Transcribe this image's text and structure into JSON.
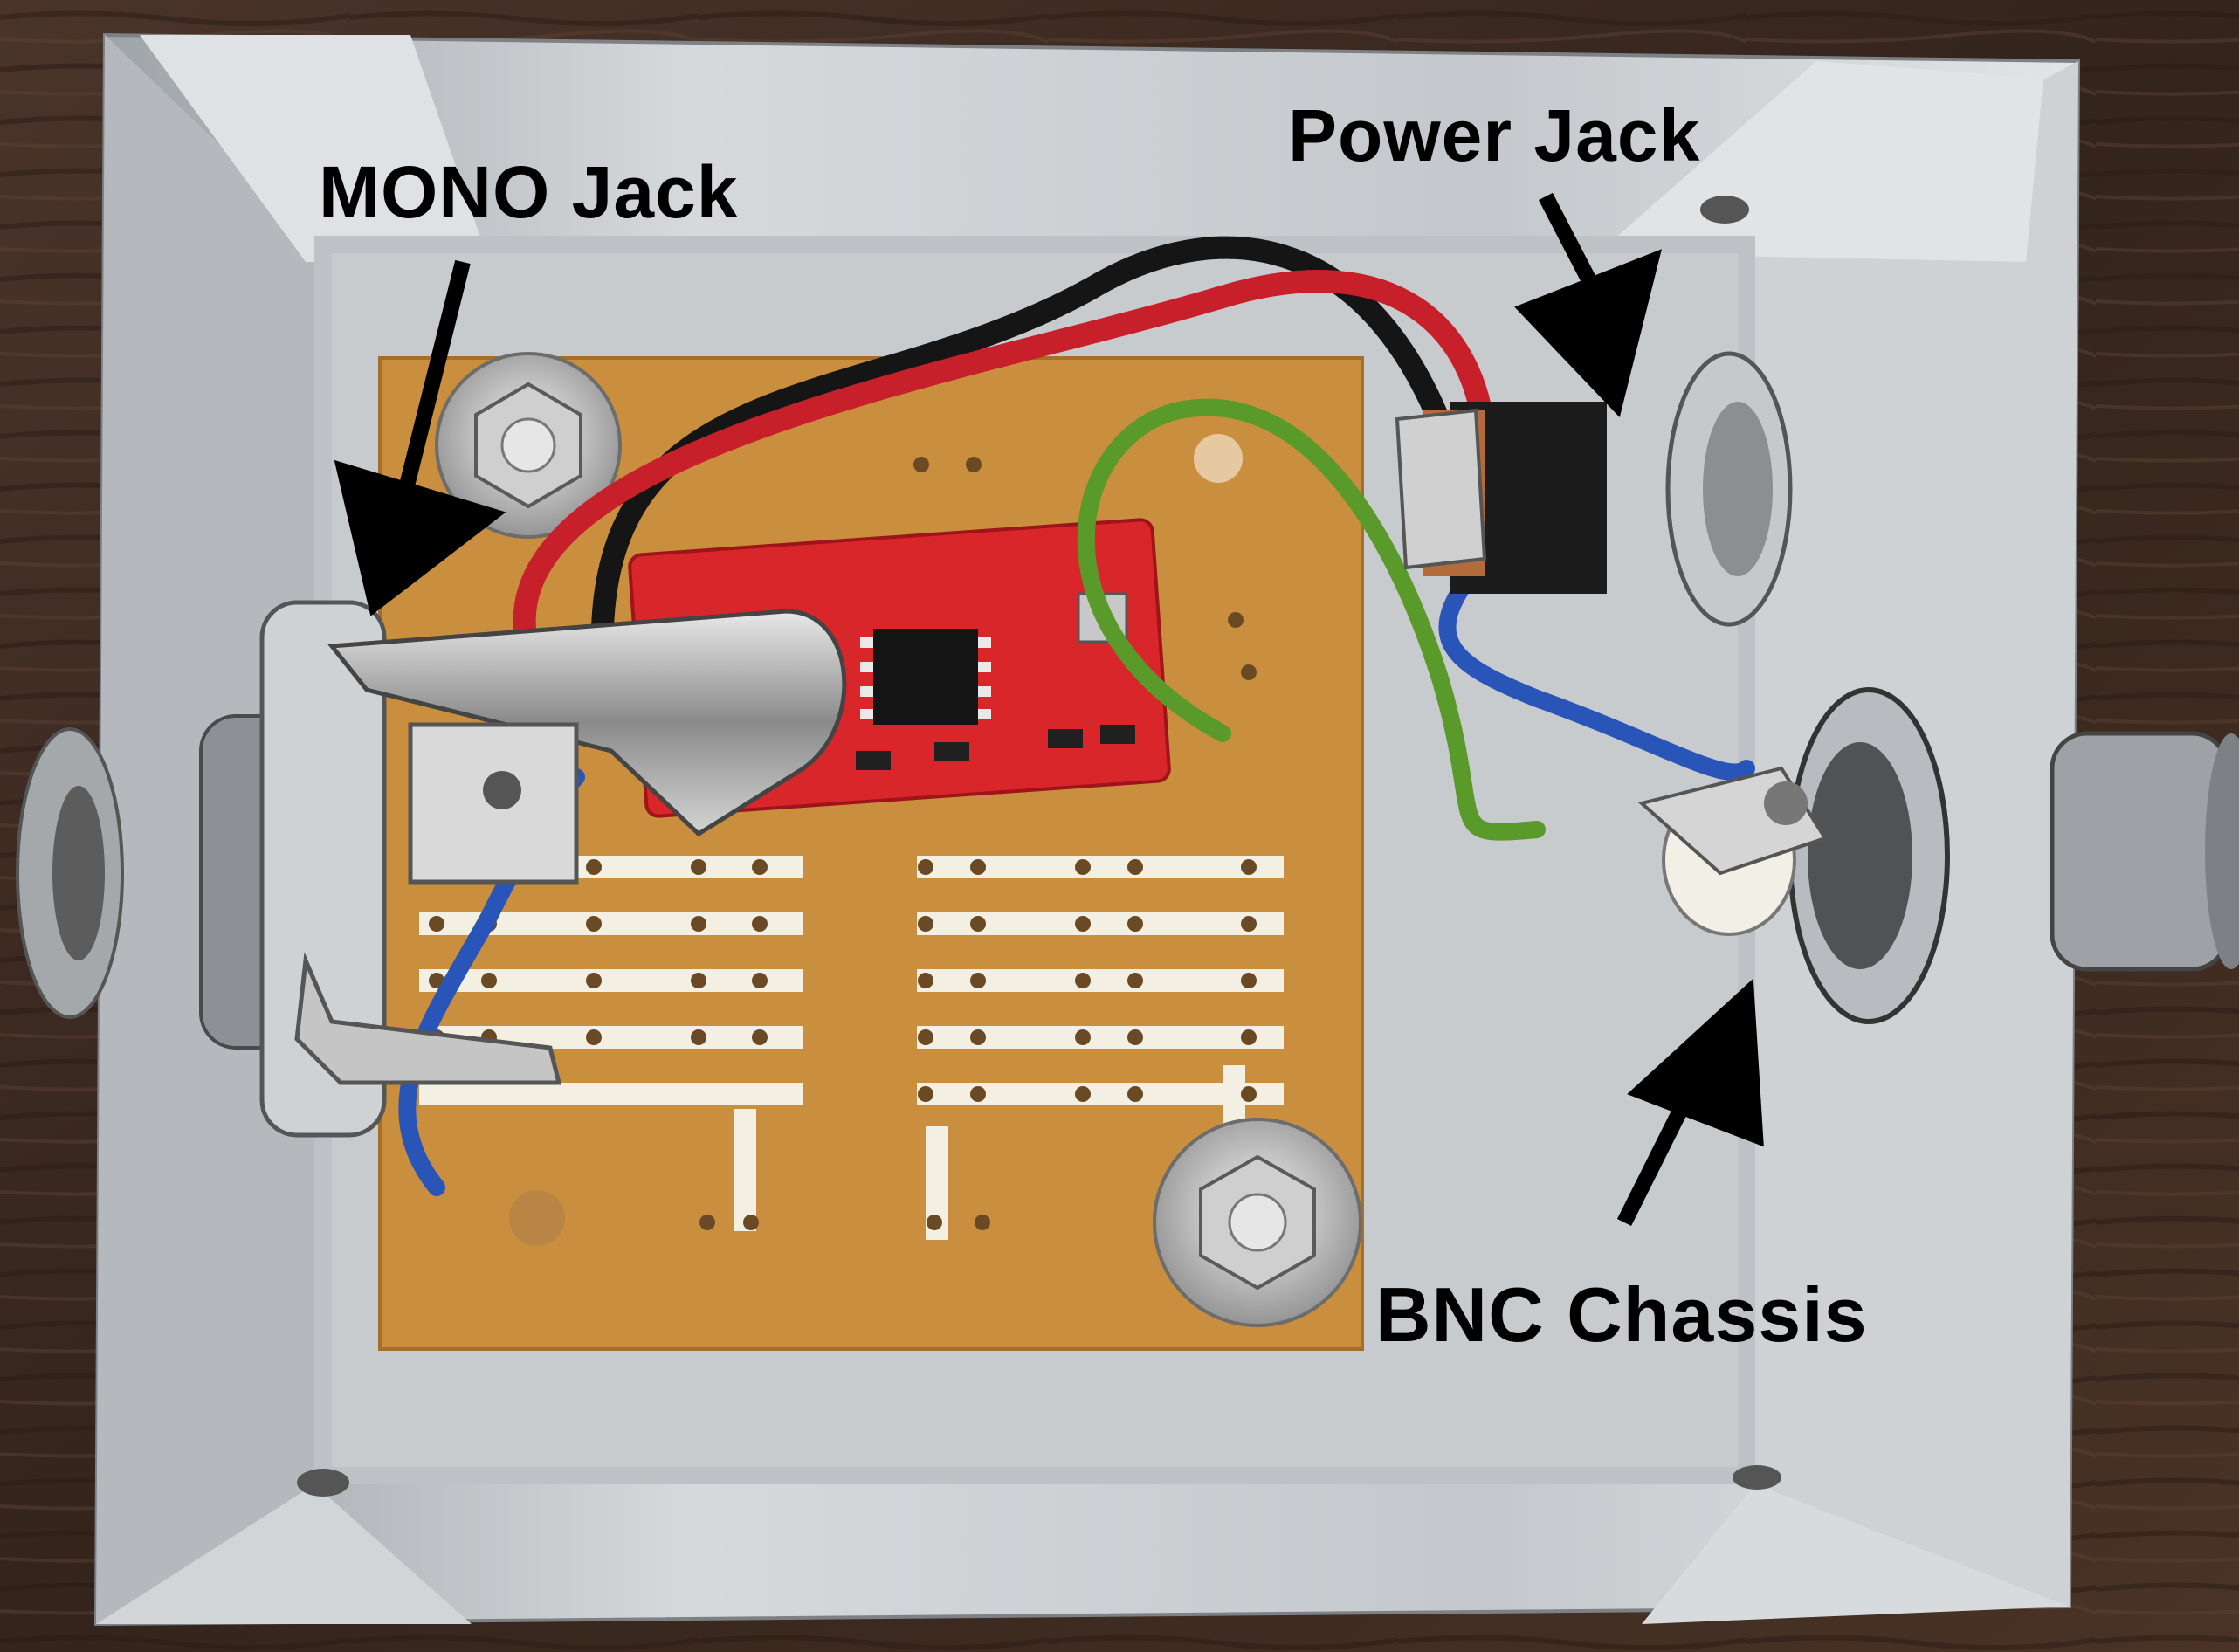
{
  "labels": {
    "mono_jack": "MONO Jack",
    "power_jack": "Power Jack",
    "bnc_chassis": "BNC Chassis"
  },
  "colors": {
    "table_wood": "#3b2a22",
    "enclosure": "#c9ccd0",
    "pcb": "#c98f3e",
    "breakout_board": "#d8262b",
    "wire_red": "#c8202a",
    "wire_black": "#151515",
    "wire_green": "#5a9a2a",
    "wire_blue": "#2a55b8",
    "label_text": "#000000"
  }
}
